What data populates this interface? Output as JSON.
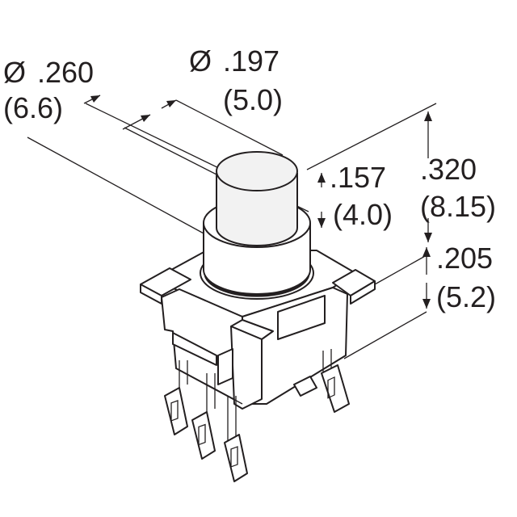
{
  "diagram": {
    "colors": {
      "ink": "#231f20",
      "background": "#ffffff",
      "cap_fill": "#f2f2f2"
    },
    "dimensions": {
      "outer_diameter": {
        "symbol": "Ø",
        "inch": ".260",
        "mm": "(6.6)"
      },
      "cap_diameter": {
        "symbol": "Ø",
        "inch": ".197",
        "mm": "(5.0)"
      },
      "cap_height": {
        "inch": ".157",
        "mm": "(4.0)"
      },
      "total_height": {
        "inch": ".320",
        "mm": "(8.15)"
      },
      "body_height": {
        "inch": ".205",
        "mm": "(5.2)"
      }
    }
  }
}
